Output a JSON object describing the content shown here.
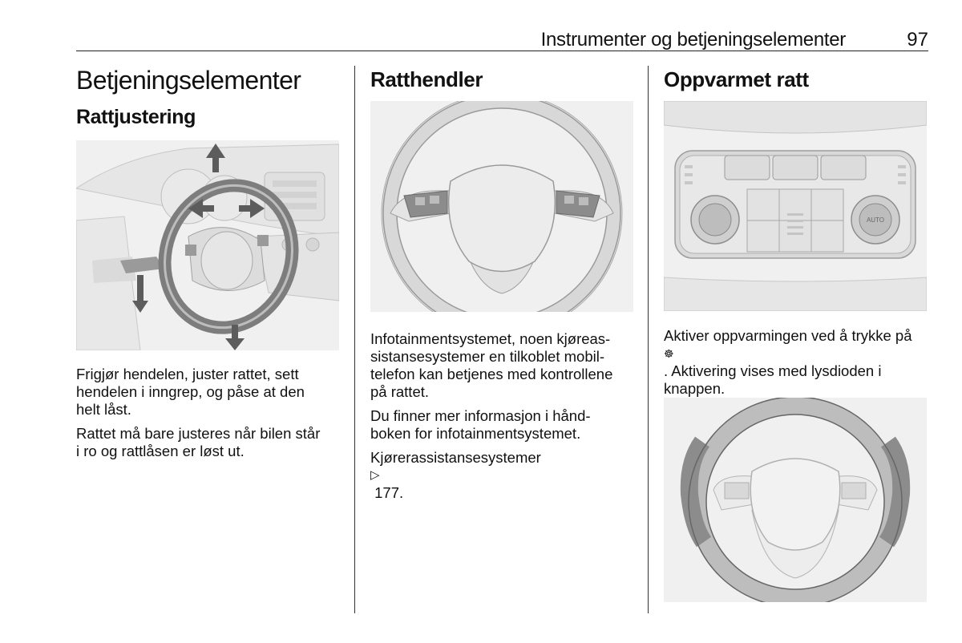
{
  "header": {
    "section_title": "Instrumenter og betjeningselementer",
    "page_number": "97"
  },
  "col1": {
    "heading": "Betjeningselementer",
    "subheading": "Rattjustering",
    "para1": [
      "Frigjør hendelen, juster rattet, sett",
      "hendelen i inngrep, og påse at den",
      "helt låst."
    ],
    "para2": [
      "Rattet må bare justeres når bilen står",
      "i ro og rattlåsen er løst ut."
    ]
  },
  "col2": {
    "heading": "Ratthendler",
    "para1": [
      "Infotainmentsystemet, noen kjøreas-",
      "sistansesystemer en tilkoblet mobil-",
      "telefon kan betjenes med kontrollene",
      "på rattet."
    ],
    "para2": [
      "Du finner mer informasjon i hånd-",
      "boken for infotainmentsystemet."
    ],
    "para3_text": "Kjørerassistansesystemer ",
    "para3_ref": "177."
  },
  "col3": {
    "heading": "Oppvarmet ratt",
    "para1_line1": "Aktiver oppvarmingen ved å trykke på",
    "para1_line2": ". Aktivering vises med lysdioden i",
    "para1_line3": "knappen.",
    "climate_auto_label": "AUTO"
  }
}
